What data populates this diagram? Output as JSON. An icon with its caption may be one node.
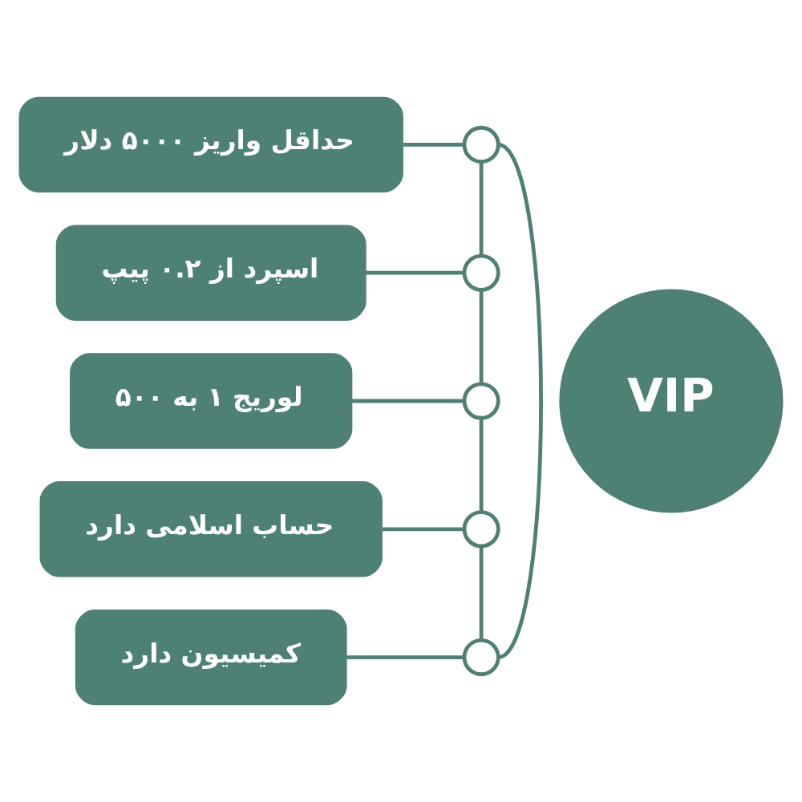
{
  "diagram": {
    "nodes": [
      {
        "text": [
          "حداقل واریز ۵۰۰۰ دلار"
        ]
      },
      {
        "text": [
          "اسپرد از ۰.۲ پیپ"
        ]
      },
      {
        "text": [
          "لوریج ۱ به ۵۰۰"
        ]
      },
      {
        "text": [
          "حساب اسلامی دارد"
        ]
      },
      {
        "text": [
          "کمیسیون دارد"
        ]
      },
      {
        "text": [
          "VIP"
        ]
      },
      {
        "text": [],
        "shape": "circle"
      },
      {
        "text": [],
        "shape": "circle"
      },
      {
        "text": [],
        "shape": "circle"
      },
      {
        "text": [],
        "shape": "circle"
      },
      {
        "text": [],
        "shape": "circle"
      }
    ],
    "edges": [
      {
        "from": 0,
        "to": 6,
        "arrow": "none"
      },
      {
        "from": 1,
        "to": 7,
        "arrow": "none"
      },
      {
        "from": 2,
        "to": 8,
        "arrow": "none"
      },
      {
        "from": 3,
        "to": 9,
        "arrow": "none"
      },
      {
        "from": 4,
        "to": 10,
        "arrow": "none"
      },
      {
        "from": 6,
        "to": 7,
        "arrow": "none"
      },
      {
        "from": 7,
        "to": 8,
        "arrow": "none"
      },
      {
        "from": 8,
        "to": 9,
        "arrow": "none"
      },
      {
        "from": 9,
        "to": 10,
        "arrow": "none"
      },
      {
        "from": 10,
        "to": 6,
        "arrow": "none"
      }
    ]
  }
}
